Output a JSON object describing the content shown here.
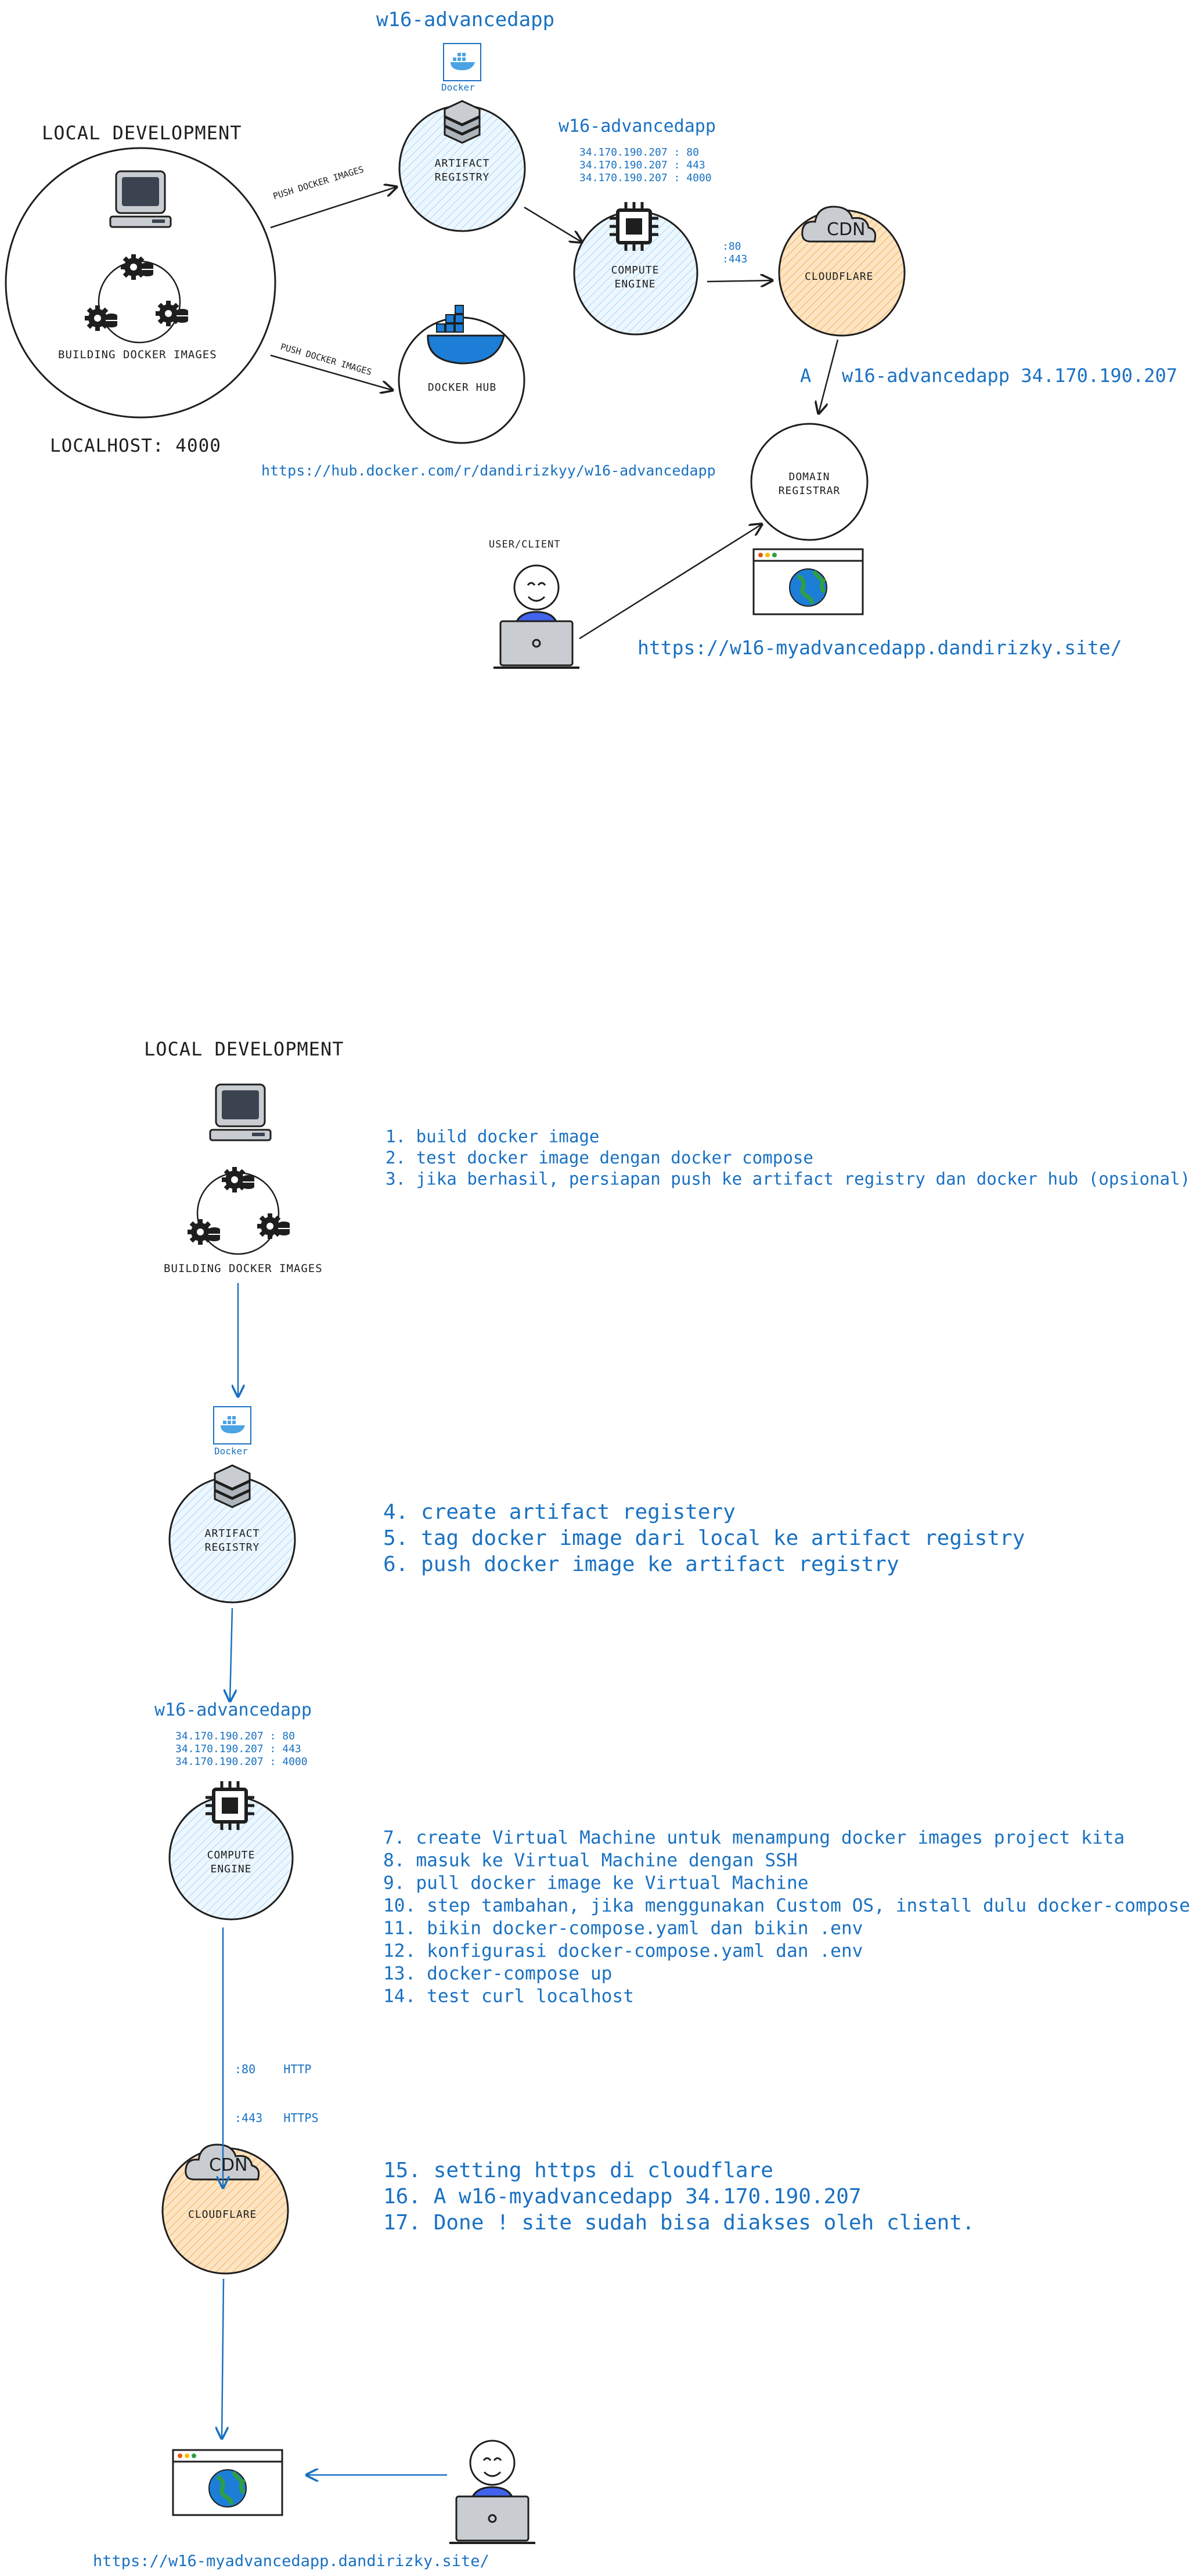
{
  "top": {
    "local_dev_title": "LOCAL DEVELOPMENT",
    "building_label": "BUILDING DOCKER IMAGES",
    "localhost": "LOCALHOST: 4000",
    "push_label_1": "PUSH DOCKER IMAGES",
    "push_label_2": "PUSH DOCKER IMAGES",
    "project_title": "w16-advancedapp",
    "docker_logo_text": "Docker",
    "artifact_registry": "ARTIFACT REGISTRY",
    "docker_hub": "DOCKER HUB",
    "docker_hub_url": "https://hub.docker.com/r/dandirizkyy/w16-advancedapp",
    "compute_title": "w16-advancedapp",
    "compute_ports": [
      "34.170.190.207 : 80",
      "34.170.190.207 : 443",
      "34.170.190.207 : 4000"
    ],
    "compute_engine": "COMPUTE ENGINE",
    "cf_ports": [
      ":80",
      ":443"
    ],
    "cdn": "CDN",
    "cloudflare": "CLOUDFLARE",
    "a_record_letter": "A",
    "a_record": "w16-advancedapp 34.170.190.207",
    "domain_registrar": "DOMAIN REGISTRAR",
    "user_client": "USER/CLIENT",
    "site_url": "https://w16-myadvancedapp.dandirizky.site/"
  },
  "bottom": {
    "local_dev_title": "LOCAL DEVELOPMENT",
    "building_label": "BUILDING DOCKER IMAGES",
    "docker_logo_text": "Docker",
    "artifact_registry": "ARTIFACT REGISTRY",
    "compute_title": "w16-advancedapp",
    "compute_ports": [
      "34.170.190.207 : 80",
      "34.170.190.207 : 443",
      "34.170.190.207 : 4000"
    ],
    "compute_engine": "COMPUTE ENGINE",
    "http_ports": [
      ":80    HTTP",
      ":443   HTTPS"
    ],
    "cdn": "CDN",
    "cloudflare": "CLOUDFLARE",
    "site_url": "https://w16-myadvancedapp.dandirizky.site/",
    "steps_group1": [
      "1. build docker image",
      "2. test docker image dengan docker compose",
      "3. jika berhasil, persiapan push ke artifact registry dan docker hub (opsional)"
    ],
    "steps_group2": [
      "4. create artifact registery",
      "5. tag docker image dari local ke artifact registry",
      "6. push docker image ke artifact registry"
    ],
    "steps_group3": [
      "7. create Virtual Machine untuk menampung docker images project kita",
      "8. masuk ke Virtual Machine dengan SSH",
      "9. pull docker image ke Virtual Machine",
      "10. step tambahan, jika menggunakan Custom OS, install dulu docker-compose",
      "11. bikin docker-compose.yaml dan bikin .env",
      "12. konfigurasi docker-compose.yaml dan .env",
      "13. docker-compose up",
      "14. test curl localhost"
    ],
    "steps_group4": [
      "15. setting https di cloudflare",
      "16. A w16-myadvancedapp 34.170.190.207",
      "17. Done ! site sudah bisa diakses oleh client."
    ]
  },
  "colors": {
    "accent_blue": "#1971c2",
    "stroke": "#1e1e1e",
    "light_blue_fill": "#dbeefa",
    "orange_fill": "#fbd7a6",
    "grey_fill": "#c9cdd2"
  },
  "icons": [
    "computer-icon",
    "gear-icon",
    "docker-icon",
    "server-stack-icon",
    "docker-whale-icon",
    "cpu-chip-icon",
    "cloud-icon",
    "browser-window-icon",
    "globe-icon",
    "user-laptop-icon"
  ]
}
